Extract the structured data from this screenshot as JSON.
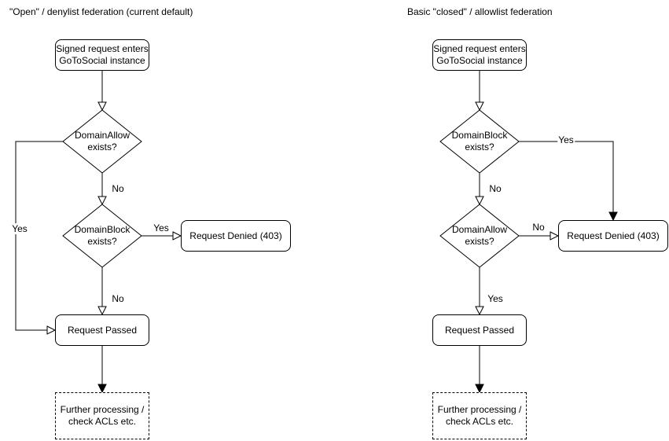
{
  "colors": {
    "background": "#ffffff",
    "stroke": "#000000",
    "text": "#000000",
    "shape_fill": "#ffffff"
  },
  "charts": [
    {
      "title": "\"Open\" / denylist federation (current default)",
      "nodes": {
        "start": {
          "line1": "Signed request enters",
          "line2": "GoToSocial instance"
        },
        "decision1": {
          "line1": "DomainAllow",
          "line2": "exists?"
        },
        "decision2": {
          "line1": "DomainBlock",
          "line2": "exists?"
        },
        "denied": {
          "label": "Request Denied (403)"
        },
        "passed": {
          "label": "Request Passed"
        },
        "further": {
          "line1": "Further processing /",
          "line2": "check ACLs etc."
        }
      },
      "edge_labels": {
        "decision1_no": "No",
        "decision1_yes": "Yes",
        "decision2_yes": "Yes",
        "decision2_no": "No"
      }
    },
    {
      "title": "Basic \"closed\" / allowlist federation",
      "nodes": {
        "start": {
          "line1": "Signed request enters",
          "line2": "GoToSocial instance"
        },
        "decision1": {
          "line1": "DomainBlock",
          "line2": "exists?"
        },
        "decision2": {
          "line1": "DomainAllow",
          "line2": "exists?"
        },
        "denied": {
          "label": "Request Denied (403)"
        },
        "passed": {
          "label": "Request Passed"
        },
        "further": {
          "line1": "Further processing /",
          "line2": "check ACLs etc."
        }
      },
      "edge_labels": {
        "decision1_no": "No",
        "decision1_yes": "Yes",
        "decision2_no": "No",
        "decision2_yes": "Yes"
      }
    }
  ]
}
